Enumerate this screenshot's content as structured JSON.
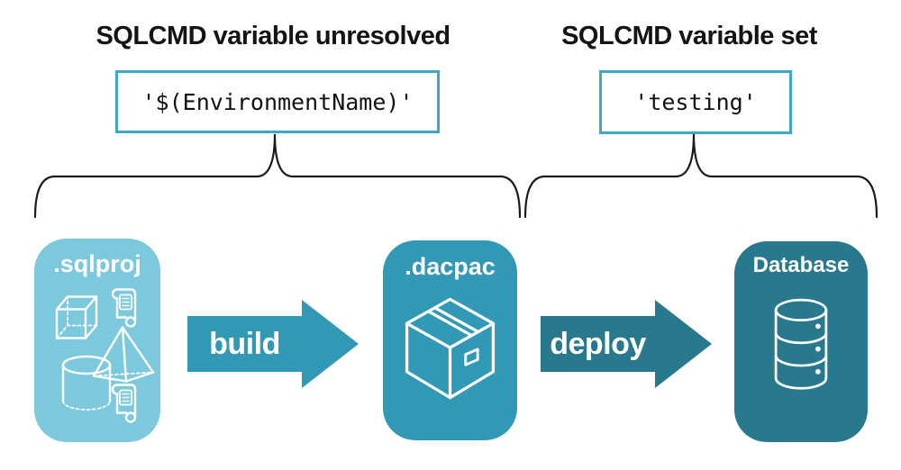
{
  "annotations": {
    "left": {
      "heading": "SQLCMD variable unresolved",
      "code": "'$(EnvironmentName)'"
    },
    "right": {
      "heading": "SQLCMD variable set",
      "code": "'testing'"
    }
  },
  "pipeline": {
    "stages": [
      {
        "label": ".sqlproj",
        "icon": "sql-objects-icon",
        "color": "#7CC8DC"
      },
      {
        "label": ".dacpac",
        "icon": "package-icon",
        "color": "#3199B6"
      },
      {
        "label": "Database",
        "icon": "database-icon",
        "color": "#28798D"
      }
    ],
    "arrows": [
      {
        "label": "build",
        "color": "#3199B6"
      },
      {
        "label": "deploy",
        "color": "#28798D"
      }
    ]
  },
  "colors": {
    "stage_light": "#7CC8DC",
    "stage_mid": "#3199B6",
    "stage_dark": "#28798D",
    "code_box_border": "#3EA7C8",
    "brace_stroke": "#1a1a1a",
    "text": "#141414",
    "icon_stroke": "#ffffff",
    "background": "#ffffff"
  }
}
